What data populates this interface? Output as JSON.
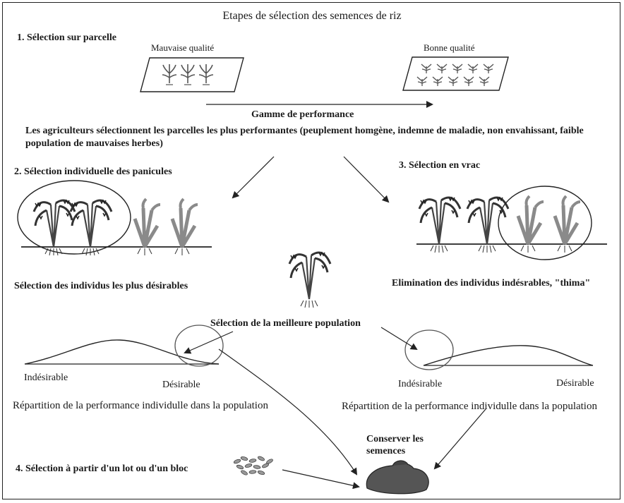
{
  "title": "Etapes de sélection des semences de riz",
  "step1": {
    "heading": "1. Sélection sur parcelle",
    "bad_label": "Mauvaise qualité",
    "good_label": "Bonne qualité",
    "range_label": "Gamme de performance",
    "farmers_text": "Les agriculteurs sélectionnent les parcelles les plus performantes (peuplement homgène, indemne de maladie, non envahissant, faible population de mauvaises herbes)"
  },
  "step2": {
    "heading": "2. Sélection individuelle des panicules",
    "caption": "Sélection des individus les plus désirables"
  },
  "step3": {
    "heading": "3. Sélection en vrac",
    "caption": "Elimination des individus indésrables, \"thima\""
  },
  "best_population": "Sélection de la meilleure population",
  "left_distribution": {
    "low_label": "Indésirable",
    "high_label": "Désirable",
    "caption": "Répartition de la performance individulle dans la population"
  },
  "right_distribution": {
    "low_label": "Indésirable",
    "high_label": "Désirable",
    "caption": "Répartition de la performance individulle dans la population"
  },
  "step4": {
    "heading": "4. Sélection à partir d'un lot ou d'un bloc",
    "keep_label": "Conserver les semences"
  }
}
